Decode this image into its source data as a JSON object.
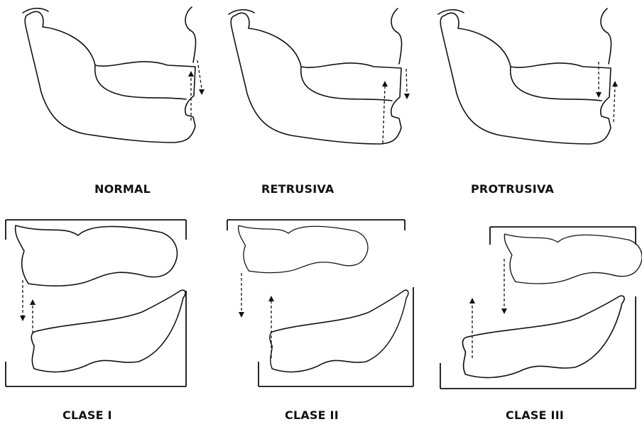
{
  "labels": {
    "row1": [
      "NORMAL",
      "RETRUSIVA",
      "PROTRUSIVA"
    ],
    "row2": [
      "CLASE I",
      "CLASE II",
      "CLASE III"
    ]
  }
}
